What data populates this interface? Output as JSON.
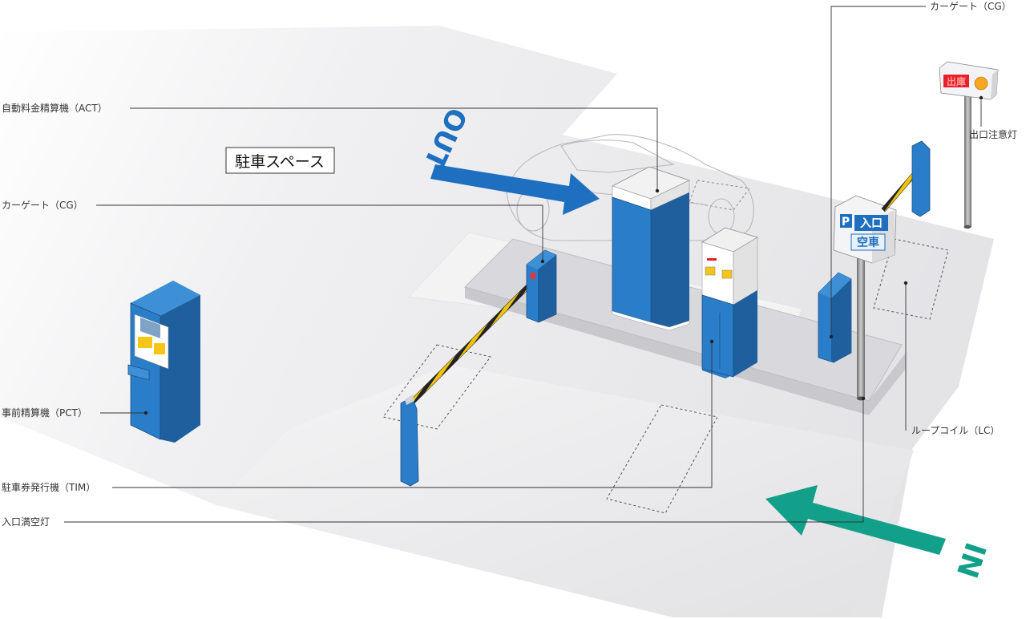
{
  "labels": {
    "act": "自動料金精算機（ACT）",
    "cg_left": "カーゲート（CG）",
    "pct": "事前精算機（PCT）",
    "tim": "駐車券発行機（TIM）",
    "entry_light": "入口満空灯",
    "cg_right": "カーゲート（CG）",
    "exit_light": "出口注意灯",
    "loop_coil": "ループコイル（LC）"
  },
  "space_label": "駐車スペース",
  "arrows": {
    "out": "OUT",
    "in": "IN"
  },
  "sign": {
    "p": "P",
    "entrance": "入口",
    "status": "空車"
  },
  "exit_sign_text": "出庫",
  "colors": {
    "machine_blue": "#2a7dc8",
    "out_arrow": "#1f6fc0",
    "in_arrow": "#12a08a",
    "floor": "#ececee",
    "island": "#d8d8dc",
    "exit_sign_red": "#e8202a",
    "exit_lamp": "#f5a623"
  }
}
